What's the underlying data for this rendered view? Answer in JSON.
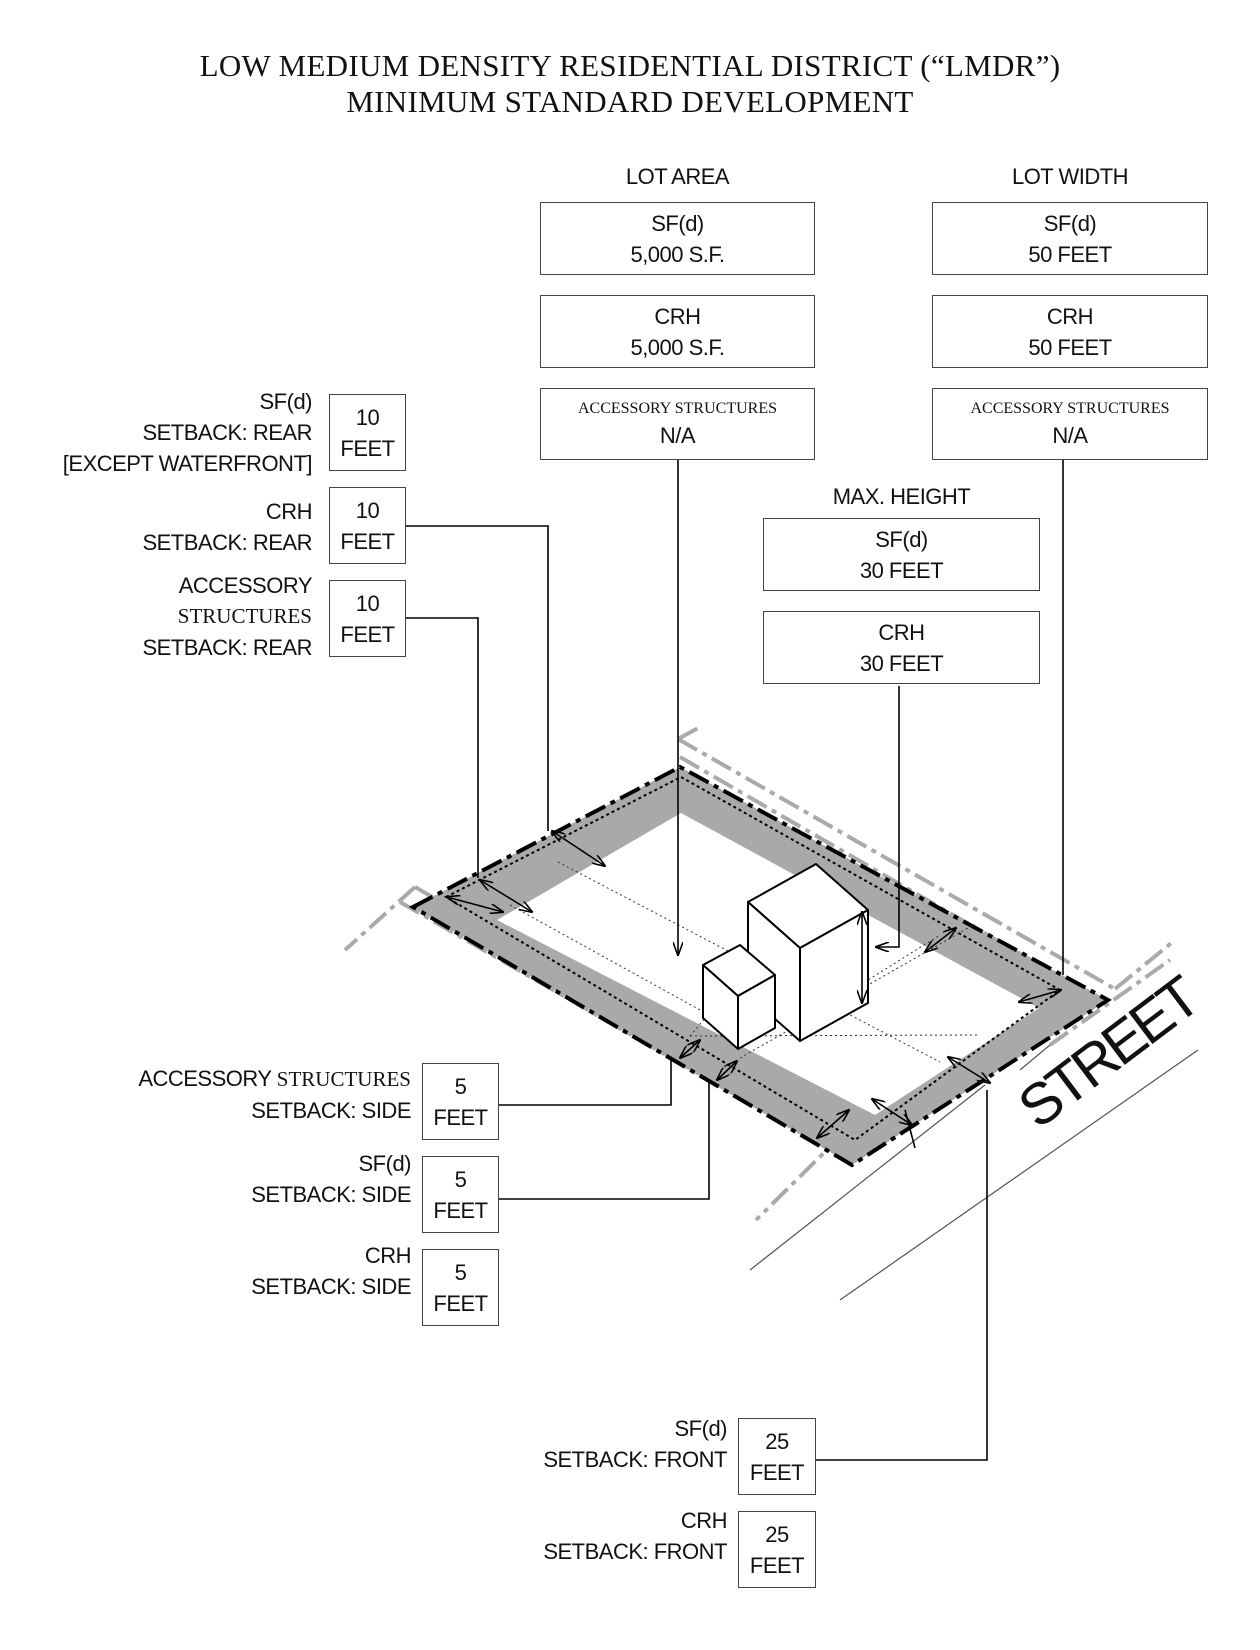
{
  "title": {
    "line1": "LOW MEDIUM DENSITY RESIDENTIAL DISTRICT (“LMDR”)",
    "line2": "MINIMUM STANDARD DEVELOPMENT"
  },
  "lot_area": {
    "header": "LOT AREA",
    "sfd": {
      "line1": "SF(d)",
      "line2": "5,000 S.F."
    },
    "crh": {
      "line1": "CRH",
      "line2": "5,000 S.F."
    },
    "accessory": {
      "line1": "ACCESSORY STRUCTURES",
      "line2": "N/A"
    }
  },
  "lot_width": {
    "header": "LOT WIDTH",
    "sfd": {
      "line1": "SF(d)",
      "line2": "50 FEET"
    },
    "crh": {
      "line1": "CRH",
      "line2": "50 FEET"
    },
    "accessory": {
      "line1": "ACCESSORY STRUCTURES",
      "line2": "N/A"
    }
  },
  "max_height": {
    "header": "MAX. HEIGHT",
    "sfd": {
      "line1": "SF(d)",
      "line2": "30 FEET"
    },
    "crh": {
      "line1": "CRH",
      "line2": "30 FEET"
    }
  },
  "rear": {
    "sfd": {
      "label1": "SF(d)",
      "label2": "SETBACK: REAR",
      "label3": "[EXCEPT WATERFRONT]",
      "value1": "10",
      "value2": "FEET"
    },
    "crh": {
      "label1": "CRH",
      "label2": "SETBACK: REAR",
      "value1": "10",
      "value2": "FEET"
    },
    "accessory": {
      "label1": "ACCESSORY",
      "label2": "STRUCTURES",
      "label3": "SETBACK: REAR",
      "value1": "10",
      "value2": "FEET"
    }
  },
  "side": {
    "accessory": {
      "label1a": "ACCESSORY",
      "label1b": "STRUCTURES",
      "label2": "SETBACK: SIDE",
      "value1": "5",
      "value2": "FEET"
    },
    "sfd": {
      "label1": "SF(d)",
      "label2": "SETBACK: SIDE",
      "value1": "5",
      "value2": "FEET"
    },
    "crh": {
      "label1": "CRH",
      "label2": "SETBACK: SIDE",
      "value1": "5",
      "value2": "FEET"
    }
  },
  "front": {
    "sfd": {
      "label1": "SF(d)",
      "label2": "SETBACK: FRONT",
      "value1": "25",
      "value2": "FEET"
    },
    "crh": {
      "label1": "CRH",
      "label2": "SETBACK: FRONT",
      "value1": "25",
      "value2": "FEET"
    }
  },
  "street_label": "STREET"
}
